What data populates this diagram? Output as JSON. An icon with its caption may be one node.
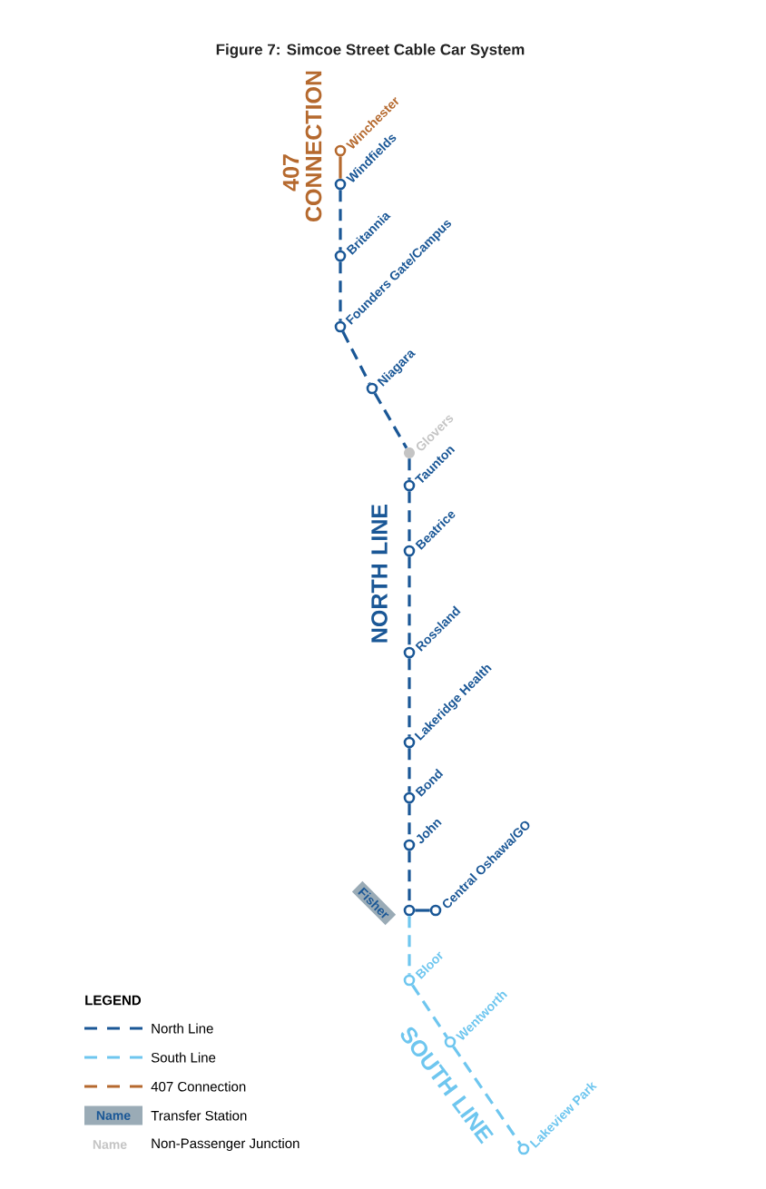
{
  "diagram": {
    "title": "Figure 7: Simcoe Street Cable Car System",
    "nodes": [
      {
        "text": [
          "Winchester"
        ]
      },
      {
        "text": [
          "Windfields"
        ]
      },
      {
        "text": [
          "Britannia"
        ]
      },
      {
        "text": [
          "Founders Gate/Campus"
        ]
      },
      {
        "text": [
          "Niagara"
        ]
      },
      {
        "text": [
          "Glovers"
        ]
      },
      {
        "text": [
          "Taunton"
        ]
      },
      {
        "text": [
          "Beatrice"
        ]
      },
      {
        "text": [
          "Rossland"
        ]
      },
      {
        "text": [
          "Lakeridge Health"
        ]
      },
      {
        "text": [
          "Bond"
        ]
      },
      {
        "text": [
          "John"
        ]
      },
      {
        "text": [
          "Fisher"
        ]
      },
      {
        "text": [
          "Central Oshawa/GO"
        ]
      },
      {
        "text": [
          "Bloor"
        ]
      },
      {
        "text": [
          "Wentworth"
        ]
      },
      {
        "text": [
          "Lakeview Park"
        ]
      }
    ],
    "edges": [
      {
        "from": 0,
        "to": 1,
        "arrow": "none",
        "color": "#b5692e"
      },
      {
        "from": 1,
        "to": 2,
        "arrow": "none",
        "style": "dashed"
      },
      {
        "from": 2,
        "to": 3,
        "arrow": "none",
        "style": "dashed"
      },
      {
        "from": 3,
        "to": 4,
        "arrow": "none",
        "style": "dashed"
      },
      {
        "from": 4,
        "to": 5,
        "arrow": "none",
        "style": "dashed"
      },
      {
        "from": 5,
        "to": 6,
        "arrow": "none",
        "style": "dashed"
      },
      {
        "from": 6,
        "to": 7,
        "arrow": "none",
        "style": "dashed"
      },
      {
        "from": 7,
        "to": 8,
        "arrow": "none",
        "style": "dashed"
      },
      {
        "from": 8,
        "to": 9,
        "arrow": "none",
        "style": "dashed"
      },
      {
        "from": 9,
        "to": 10,
        "arrow": "none",
        "style": "dashed"
      },
      {
        "from": 10,
        "to": 11,
        "arrow": "none",
        "style": "dashed"
      },
      {
        "from": 11,
        "to": 12,
        "arrow": "none",
        "style": "dashed"
      },
      {
        "from": 12,
        "to": 13,
        "arrow": "none"
      },
      {
        "from": 12,
        "to": 14,
        "arrow": "none",
        "style": "dashed",
        "color": "#6ec6ef"
      },
      {
        "from": 14,
        "to": 15,
        "arrow": "none",
        "style": "dashed",
        "color": "#6ec6ef"
      },
      {
        "from": 15,
        "to": 16,
        "arrow": "none",
        "style": "dashed",
        "color": "#6ec6ef"
      }
    ],
    "labels": [
      "407 CONNECTION",
      "NORTH LINE",
      "SOUTH LINE",
      "LEGEND",
      "Name",
      "Name"
    ],
    "legend": [
      {
        "text": "North Line"
      },
      {
        "text": "South Line"
      },
      {
        "text": "407 Connection"
      },
      {
        "text": "Transfer Station"
      },
      {
        "text": "Non-Passenger Junction"
      }
    ]
  }
}
